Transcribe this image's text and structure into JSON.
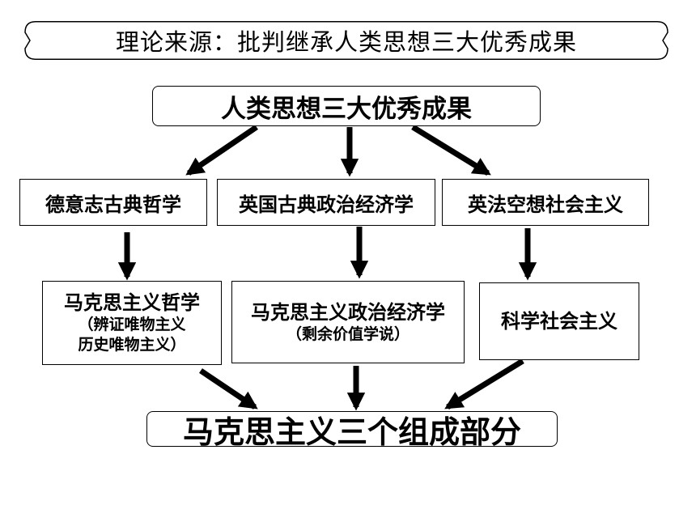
{
  "title": "理论来源：批判继承人类思想三大优秀成果",
  "diagram": {
    "top": "人类思想三大优秀成果",
    "sources": [
      "德意志古典哲学",
      "英国古典政治经济学",
      "英法空想社会主义"
    ],
    "results": [
      {
        "name": "马克思主义哲学",
        "detail_1": "（辨证唯物主义",
        "detail_2": "历史唯物主义）"
      },
      {
        "name": "马克思主义政治经济学",
        "detail_1": "（剩余价值学说）"
      },
      {
        "name": "科学社会主义"
      }
    ],
    "bottom": "马克思主义三个组成部分"
  }
}
